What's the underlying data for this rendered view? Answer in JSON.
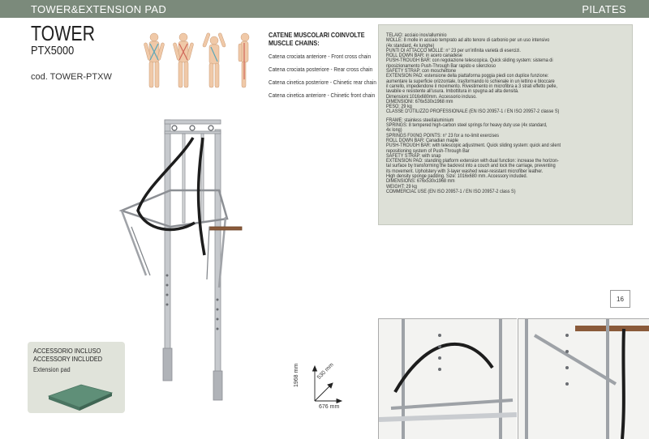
{
  "header": {
    "left_title": "TOWER&EXTENSION PAD",
    "right_title": "PILATES"
  },
  "product": {
    "name": "TOWER",
    "model": "PTX5000",
    "code": "cod. TOWER-PTXW"
  },
  "muscle_chains": {
    "heading_line1": "CATENE MUSCOLARI COINVOLTE",
    "heading_line2": "MUSCLE CHAINS:",
    "items": [
      "Catena crociata anteriore - Front cross chain",
      "Catena crociata posteriore - Rear cross chain",
      "Catena cinetica posteriore - Chinetic rear chain",
      "Catena cinetica anteriore - Chinetic front chain"
    ]
  },
  "specs": {
    "italian": [
      "TELAIO: acciaio inox/alluminio",
      "MOLLE: 8 molle in acciaio temprato ad alto tenore di carbonio per un uso intensivo",
      "(4x standard, 4x lunghe)",
      "PUNTI DI ATTACCO MOLLE: n° 23 per un'infinita varietà di esercizi.",
      "ROLL DOWN BAR: in acero canadese",
      "PUSH-TROUGH BAR: con regolazione telescopica. Quick sliding system: sistema di",
      "riposizionamento Push-Through Bar rapido e silenzioso",
      "SAFETY STRAP: con moschettone",
      "EXTENSION PAD: estensione della piattaforma poggia piedi con duplice funzione:",
      "aumentare la superficie orizzontale, trasformando lo schienale in un lettino e bloccare",
      "il carrello, impedendone il movimento. Rivestimento in microfibra a 3 strati effetto pelle,",
      "lavabile e resistente all'usura. Imbottitura in spugna ad alta densità.",
      "Dimensioni:1016x680mm. Accessorio incluso.",
      "DIMENSIONI: 676x530x1968 mm",
      "PESO: 29 kg",
      "CLASSE D'UTILIZZO PROFESSIONALE (EN ISO 20957-1 / EN ISO 20957-2 classe S)"
    ],
    "english": [
      "FRAME: stainless steel/aluminium",
      "SPRINGS: 8 tempered high-carbon steel springs for heavy duty use  (4x standard,",
      "4x long)",
      "SPRINGS FIXING POINTS: n° 23 for a no-limit exercises",
      "ROLL DOWN BAR: Canadian maple",
      "PUSH-TROUGH BAR: with telescopic adjustment. Quick sliding system: quick and silent",
      "repositioning system of Push-Through Bar",
      "SAFETY STRAP: with snap",
      "EXTENSION PAD: standing platform extension with dual function: increase the horizon-",
      "tal surface by transforming the backrest into a couch and lock the carriage, preventing",
      "its movement. Upholstery with 3-layer washed wear-resistant microfiber leather.",
      "High density sponge padding. Size: 1016x680 mm. Accessory included.",
      "DIMENSIONS: 676x530x1968 mm",
      "WEIGHT: 29 kg",
      "COMMERCIAL USE (EN ISO 20957-1 / EN ISO 20957-2 class S)"
    ]
  },
  "page_number": "16",
  "accessory": {
    "line1": "ACCESSORIO INCLUSO",
    "line2": "ACCESSORY INCLUDED",
    "line3": "Extension pad"
  },
  "dimensions": {
    "height": "1968 mm",
    "depth": "530 mm",
    "width": "676 mm"
  },
  "colors": {
    "banner": "#7b8a7b",
    "spec_panel": "#dde0d7",
    "accessory_panel": "#e0e3da",
    "pad": "#5f8f78"
  }
}
